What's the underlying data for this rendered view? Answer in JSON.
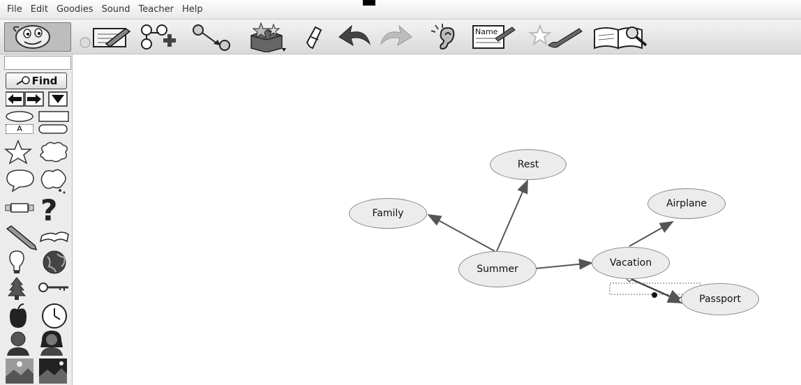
{
  "menu": [
    "File",
    "Edit",
    "Goodies",
    "Sound",
    "Teacher",
    "Help"
  ],
  "toolbar": {
    "icons": [
      "mascot-icon",
      "rapid-fire-icon",
      "add-symbol-icon",
      "link-icon",
      "symbol-palette-icon",
      "eraser-icon",
      "undo-icon",
      "redo-icon",
      "listen-icon",
      "name-label-icon",
      "paint-icon",
      "notes-icon"
    ],
    "name_tag": "Name"
  },
  "palette": {
    "find_label": "Find",
    "text_shape_label": "A"
  },
  "diagram": {
    "nodes": [
      "Rest",
      "Family",
      "Summer",
      "Airplane",
      "Vacation",
      "Passport"
    ]
  },
  "colors": {
    "node_fill": "#ececec",
    "node_border": "#888888",
    "link": "#555555"
  }
}
